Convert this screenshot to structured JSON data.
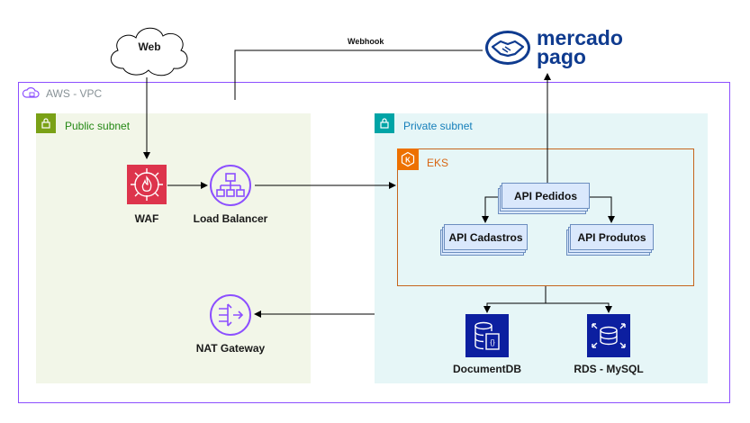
{
  "groups": {
    "vpc": "AWS - VPC",
    "public_subnet": "Public subnet",
    "private_subnet": "Private subnet",
    "eks": "EKS"
  },
  "nodes": {
    "web": "Web",
    "waf": "WAF",
    "load_balancer": "Load Balancer",
    "nat_gateway": "NAT Gateway",
    "api_pedidos": "API Pedidos",
    "api_cadastros": "API Cadastros",
    "api_produtos": "API Produtos",
    "documentdb": "DocumentDB",
    "rds": "RDS - MySQL"
  },
  "edges": {
    "webhook": "Webhook"
  },
  "logo": {
    "line1": "mercado",
    "line2": "pago"
  },
  "colors": {
    "vpc": "#8c4fff",
    "public_subnet": "#248814",
    "private_subnet": "#147eba",
    "eks": "#d86613",
    "waf": "#dd344c",
    "network": "#8c4fff",
    "database": "#0c1fa0",
    "api_fill": "#dae8fc",
    "mercado_pago": "#0f3b8f"
  }
}
